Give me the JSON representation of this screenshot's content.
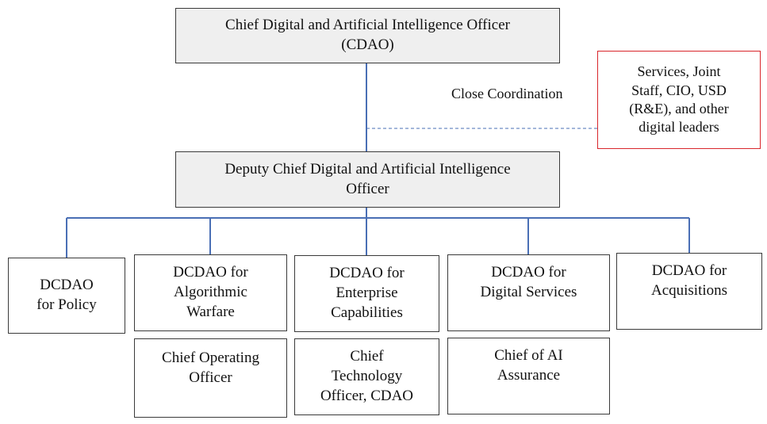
{
  "diagram": {
    "cdao": "Chief Digital and Artificial Intelligence Officer\n(CDAO)",
    "deputy": "Deputy Chief Digital and Artificial Intelligence\nOfficer",
    "partners": "Services, Joint\nStaff, CIO, USD\n(R&E), and other\ndigital leaders",
    "coordination_label": "Close Coordination",
    "units": [
      {
        "label": "DCDAO\nfor Policy"
      },
      {
        "label": "DCDAO for\nAlgorithmic\nWarfare"
      },
      {
        "label": "DCDAO for\nEnterprise\nCapabilities"
      },
      {
        "label": "DCDAO for\nDigital Services"
      },
      {
        "label": "DCDAO for\nAcquisitions"
      }
    ],
    "sub_units": [
      {
        "label": "Chief Operating\nOfficer"
      },
      {
        "label": "Chief\nTechnology\nOfficer, CDAO"
      },
      {
        "label": "Chief of AI\nAssurance"
      }
    ]
  },
  "colors": {
    "connector": "#4a6fb5",
    "partner_border": "#d9262b",
    "box_border": "#3a3a3a",
    "shaded_fill": "#efefef"
  }
}
